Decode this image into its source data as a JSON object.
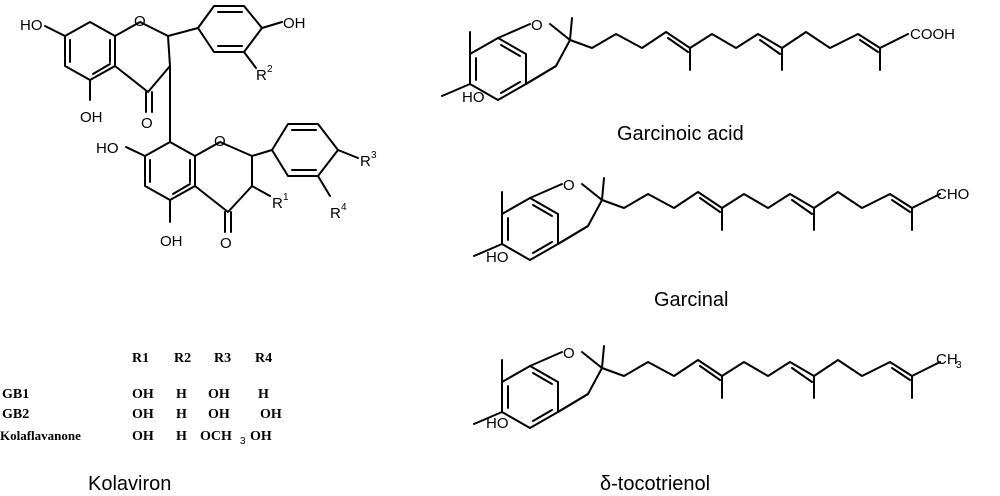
{
  "kolaviron": {
    "caption": "Kolaviron",
    "atoms": {
      "ho_top": "HO",
      "o_ring_top": "O",
      "oh_top": "OH",
      "r2": "R",
      "r2_sup": "2",
      "oh_5_top": "OH",
      "o_keto_top": "O",
      "ho_mid": "HO",
      "o_ring_bot": "O",
      "r3": "R",
      "r3_sup": "3",
      "r1": "R",
      "r1_sup": "1",
      "r4": "R",
      "r4_sup": "4",
      "oh_5_bot": "OH",
      "o_keto_bot": "O"
    },
    "table": {
      "headers": [
        "R1",
        "R2",
        "R3",
        "R4"
      ],
      "rows": [
        {
          "name": "GB1",
          "cells": [
            "OH",
            "H",
            "OH",
            "H"
          ]
        },
        {
          "name": "GB2",
          "cells": [
            "OH",
            "H",
            "OH",
            "OH"
          ]
        },
        {
          "name": "Kolaflavanone",
          "cells": [
            "OH",
            "H",
            "OCH",
            "OH"
          ],
          "sub": "3"
        }
      ]
    }
  },
  "structures": [
    {
      "caption": "Garcinoic acid",
      "ho": "HO",
      "o": "O",
      "end_group": "COOH"
    },
    {
      "caption": "Garcinal",
      "ho": "HO",
      "o": "O",
      "end_group": "CHO"
    },
    {
      "caption": "δ-tocotrienol",
      "ho": "HO",
      "o": "O",
      "end_group": "CH",
      "end_sub": "3"
    }
  ]
}
